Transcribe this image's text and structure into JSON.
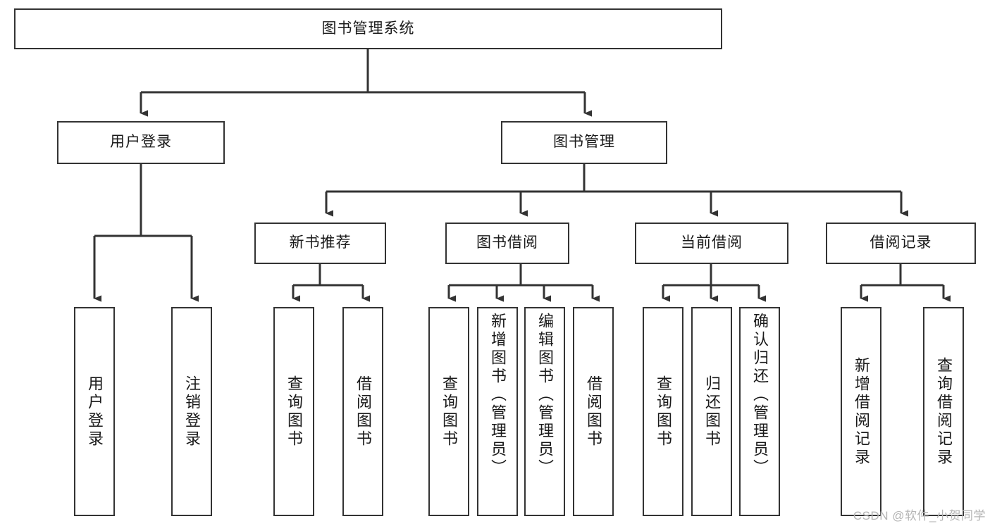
{
  "diagram": {
    "type": "tree",
    "title": "图书管理系统",
    "watermark": "CSDN @软件_小贺同学",
    "colors": {
      "box_border": "#333333",
      "box_fill": "#ffffff",
      "line": "#333333",
      "text": "#1a1a1a",
      "watermark": "#b4b4b4"
    },
    "levels": {
      "root": {
        "label": "图书管理系统"
      },
      "level2": [
        {
          "label": "用户登录"
        },
        {
          "label": "图书管理"
        }
      ],
      "level3": [
        {
          "label": "新书推荐"
        },
        {
          "label": "图书借阅"
        },
        {
          "label": "当前借阅"
        },
        {
          "label": "借阅记录"
        }
      ],
      "leaves": {
        "user_login": [
          {
            "label": "用户登录"
          },
          {
            "label": "注销登录"
          }
        ],
        "new_book_recommend": [
          {
            "label": "查询图书"
          },
          {
            "label": "借阅图书"
          }
        ],
        "book_borrow": [
          {
            "label": "查询图书"
          },
          {
            "label": "新增图书（管理员）"
          },
          {
            "label": "编辑图书（管理员）"
          },
          {
            "label": "借阅图书"
          }
        ],
        "current_borrow": [
          {
            "label": "查询图书"
          },
          {
            "label": "归还图书"
          },
          {
            "label": "确认归还（管理员）"
          }
        ],
        "borrow_record": [
          {
            "label": "新增借阅记录"
          },
          {
            "label": "查询借阅记录"
          }
        ]
      }
    }
  }
}
